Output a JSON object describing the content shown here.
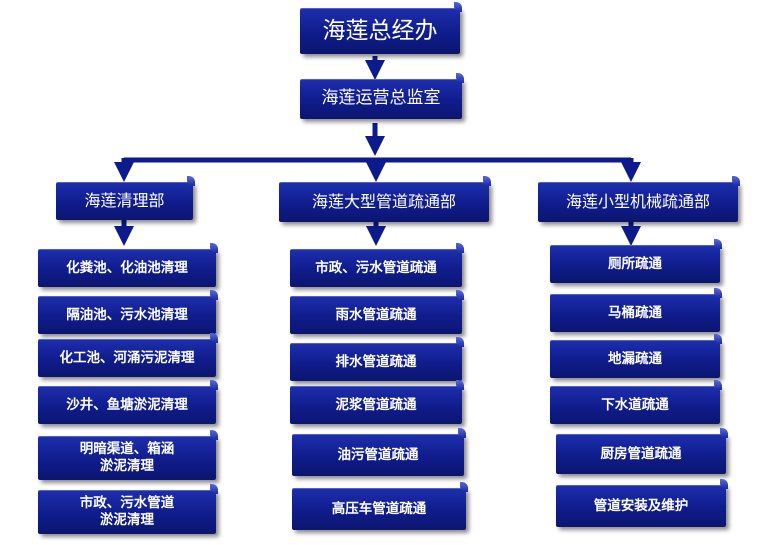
{
  "chart": {
    "root": "海莲总经办",
    "supervisor": "海莲运营总监室",
    "departments": [
      {
        "name": "海莲清理部",
        "items": [
          "化粪池、化油池清理",
          "隔油池、污水池清理",
          "化工池、河涌污泥清理",
          "沙井、鱼塘淤泥清理",
          "明暗渠道、箱涵\n淤泥清理",
          "市政、污水管道\n淤泥清理"
        ]
      },
      {
        "name": "海莲大型管道疏通部",
        "items": [
          "市政、污水管道疏通",
          "雨水管道疏通",
          "排水管道疏通",
          "泥浆管道疏通",
          "油污管道疏通",
          "高压车管道疏通"
        ]
      },
      {
        "name": "海莲小型机械疏通部",
        "items": [
          "厕所疏通",
          "马桶疏通",
          "地漏疏通",
          "下水道疏通",
          "厨房管道疏通",
          "管道安装及维护"
        ]
      }
    ]
  },
  "colors": {
    "box_fill": "#13209a",
    "connector": "#0d1a8c",
    "text": "#ffffff"
  }
}
